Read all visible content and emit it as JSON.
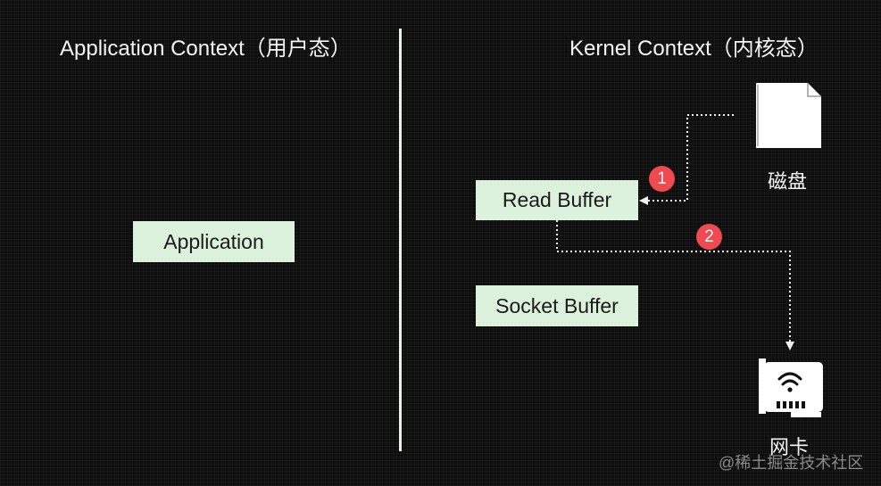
{
  "titles": {
    "left": "Application Context（用户态）",
    "right": "Kernel Context（内核态）"
  },
  "boxes": {
    "application": "Application",
    "read_buffer": "Read Buffer",
    "socket_buffer": "Socket Buffer"
  },
  "steps": {
    "one": "1",
    "two": "2"
  },
  "devices": {
    "disk": {
      "label": "磁盘",
      "icon": "file-icon"
    },
    "nic": {
      "label": "网卡",
      "icon": "network-card-icon"
    }
  },
  "watermark": "@稀土掘金技术社区",
  "colors": {
    "background": "#0d0d0d",
    "box_fill": "#dcf2dc",
    "badge": "#ef4a4f",
    "divider": "#e8f3e8"
  }
}
